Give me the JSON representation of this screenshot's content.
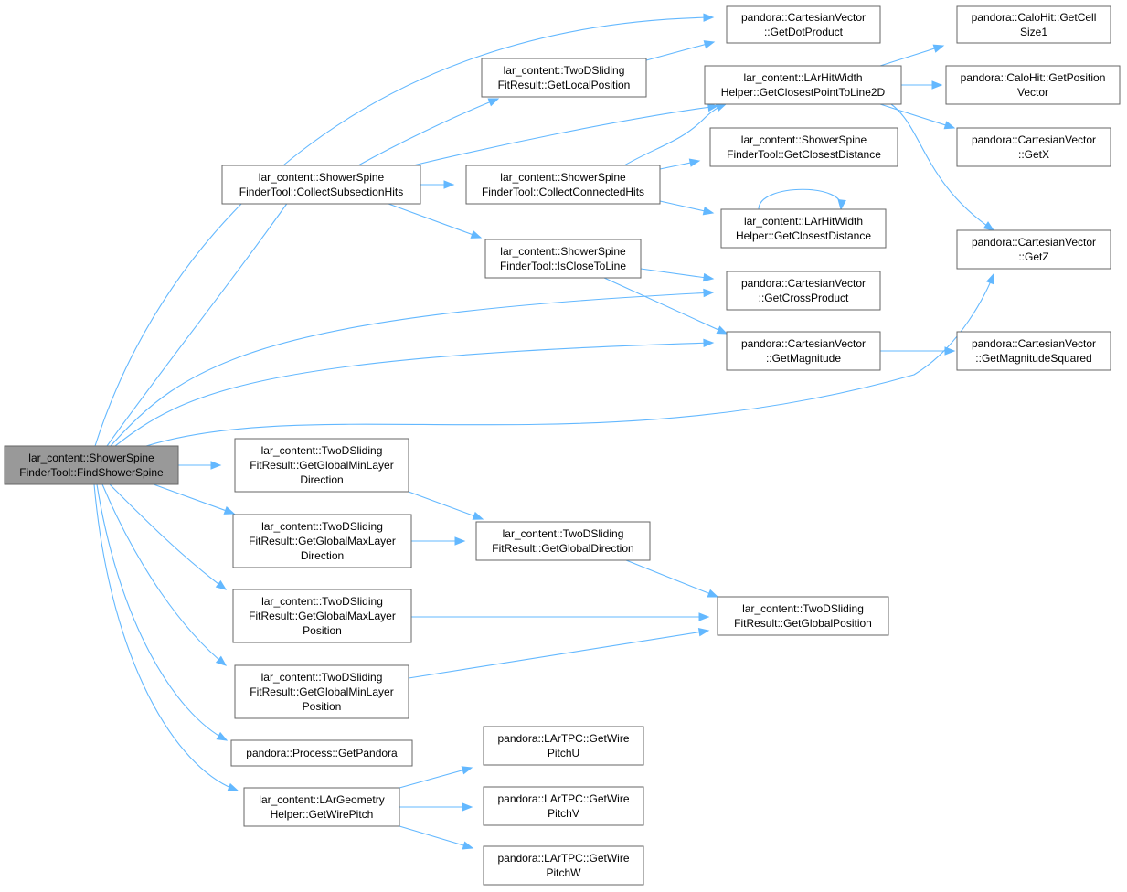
{
  "diagram": {
    "colors": {
      "edge": "#63b8ff",
      "root_fill": "#999999",
      "node_border": "#666666",
      "background": "#ffffff"
    },
    "nodes": [
      {
        "id": "findShowerSpine",
        "lines": [
          "lar_content::ShowerSpine",
          "FinderTool::FindShowerSpine"
        ],
        "root": true
      },
      {
        "id": "getDotProduct",
        "lines": [
          "pandora::CartesianVector",
          "::GetDotProduct"
        ]
      },
      {
        "id": "getCellSize1",
        "lines": [
          "pandora::CaloHit::GetCell",
          "Size1"
        ]
      },
      {
        "id": "getLocalPosition",
        "lines": [
          "lar_content::TwoDSliding",
          "FitResult::GetLocalPosition"
        ]
      },
      {
        "id": "getClosestPointToLine2D",
        "lines": [
          "lar_content::LArHitWidth",
          "Helper::GetClosestPointToLine2D"
        ]
      },
      {
        "id": "getPositionVector",
        "lines": [
          "pandora::CaloHit::GetPosition",
          "Vector"
        ]
      },
      {
        "id": "getX",
        "lines": [
          "pandora::CartesianVector",
          "::GetX"
        ]
      },
      {
        "id": "getClosestDistanceTool",
        "lines": [
          "lar_content::ShowerSpine",
          "FinderTool::GetClosestDistance"
        ]
      },
      {
        "id": "collectSubsectionHits",
        "lines": [
          "lar_content::ShowerSpine",
          "FinderTool::CollectSubsectionHits"
        ]
      },
      {
        "id": "collectConnectedHits",
        "lines": [
          "lar_content::ShowerSpine",
          "FinderTool::CollectConnectedHits"
        ]
      },
      {
        "id": "getClosestDistanceHelper",
        "lines": [
          "lar_content::LArHitWidth",
          "Helper::GetClosestDistance"
        ]
      },
      {
        "id": "getZ",
        "lines": [
          "pandora::CartesianVector",
          "::GetZ"
        ]
      },
      {
        "id": "isCloseToLine",
        "lines": [
          "lar_content::ShowerSpine",
          "FinderTool::IsCloseToLine"
        ]
      },
      {
        "id": "getCrossProduct",
        "lines": [
          "pandora::CartesianVector",
          "::GetCrossProduct"
        ]
      },
      {
        "id": "getMagnitude",
        "lines": [
          "pandora::CartesianVector",
          "::GetMagnitude"
        ]
      },
      {
        "id": "getMagnitudeSquared",
        "lines": [
          "pandora::CartesianVector",
          "::GetMagnitudeSquared"
        ]
      },
      {
        "id": "getGlobalMinLayerDirection",
        "lines": [
          "lar_content::TwoDSliding",
          "FitResult::GetGlobalMinLayer",
          "Direction"
        ]
      },
      {
        "id": "getGlobalMaxLayerDirection",
        "lines": [
          "lar_content::TwoDSliding",
          "FitResult::GetGlobalMaxLayer",
          "Direction"
        ]
      },
      {
        "id": "getGlobalDirection",
        "lines": [
          "lar_content::TwoDSliding",
          "FitResult::GetGlobalDirection"
        ]
      },
      {
        "id": "getGlobalMaxLayerPosition",
        "lines": [
          "lar_content::TwoDSliding",
          "FitResult::GetGlobalMaxLayer",
          "Position"
        ]
      },
      {
        "id": "getGlobalPosition",
        "lines": [
          "lar_content::TwoDSliding",
          "FitResult::GetGlobalPosition"
        ]
      },
      {
        "id": "getGlobalMinLayerPosition",
        "lines": [
          "lar_content::TwoDSliding",
          "FitResult::GetGlobalMinLayer",
          "Position"
        ]
      },
      {
        "id": "getPandora",
        "lines": [
          "pandora::Process::GetPandora"
        ]
      },
      {
        "id": "getWirePitchU",
        "lines": [
          "pandora::LArTPC::GetWire",
          "PitchU"
        ]
      },
      {
        "id": "getWirePitch",
        "lines": [
          "lar_content::LArGeometry",
          "Helper::GetWirePitch"
        ]
      },
      {
        "id": "getWirePitchV",
        "lines": [
          "pandora::LArTPC::GetWire",
          "PitchV"
        ]
      },
      {
        "id": "getWirePitchW",
        "lines": [
          "pandora::LArTPC::GetWire",
          "PitchW"
        ]
      }
    ],
    "edges": [
      {
        "from": "findShowerSpine",
        "to": "getDotProduct"
      },
      {
        "from": "findShowerSpine",
        "to": "collectSubsectionHits"
      },
      {
        "from": "findShowerSpine",
        "to": "getCrossProduct"
      },
      {
        "from": "findShowerSpine",
        "to": "getMagnitude"
      },
      {
        "from": "findShowerSpine",
        "to": "getZ"
      },
      {
        "from": "findShowerSpine",
        "to": "getGlobalMinLayerDirection"
      },
      {
        "from": "findShowerSpine",
        "to": "getGlobalMaxLayerDirection"
      },
      {
        "from": "findShowerSpine",
        "to": "getGlobalMaxLayerPosition"
      },
      {
        "from": "findShowerSpine",
        "to": "getGlobalMinLayerPosition"
      },
      {
        "from": "findShowerSpine",
        "to": "getPandora"
      },
      {
        "from": "findShowerSpine",
        "to": "getWirePitch"
      },
      {
        "from": "collectSubsectionHits",
        "to": "getLocalPosition"
      },
      {
        "from": "collectSubsectionHits",
        "to": "getClosestPointToLine2D"
      },
      {
        "from": "collectSubsectionHits",
        "to": "collectConnectedHits"
      },
      {
        "from": "collectSubsectionHits",
        "to": "isCloseToLine"
      },
      {
        "from": "getLocalPosition",
        "to": "getDotProduct"
      },
      {
        "from": "collectConnectedHits",
        "to": "getClosestPointToLine2D"
      },
      {
        "from": "collectConnectedHits",
        "to": "getClosestDistanceTool"
      },
      {
        "from": "collectConnectedHits",
        "to": "getClosestDistanceHelper"
      },
      {
        "from": "getClosestDistanceHelper",
        "to": "getClosestDistanceHelper"
      },
      {
        "from": "getClosestPointToLine2D",
        "to": "getCellSize1"
      },
      {
        "from": "getClosestPointToLine2D",
        "to": "getPositionVector"
      },
      {
        "from": "getClosestPointToLine2D",
        "to": "getX"
      },
      {
        "from": "getClosestPointToLine2D",
        "to": "getZ"
      },
      {
        "from": "isCloseToLine",
        "to": "getCrossProduct"
      },
      {
        "from": "isCloseToLine",
        "to": "getMagnitude"
      },
      {
        "from": "getMagnitude",
        "to": "getMagnitudeSquared"
      },
      {
        "from": "getGlobalMinLayerDirection",
        "to": "getGlobalDirection"
      },
      {
        "from": "getGlobalMaxLayerDirection",
        "to": "getGlobalDirection"
      },
      {
        "from": "getGlobalDirection",
        "to": "getGlobalPosition"
      },
      {
        "from": "getGlobalMaxLayerPosition",
        "to": "getGlobalPosition"
      },
      {
        "from": "getGlobalMinLayerPosition",
        "to": "getGlobalPosition"
      },
      {
        "from": "getWirePitch",
        "to": "getWirePitchU"
      },
      {
        "from": "getWirePitch",
        "to": "getWirePitchV"
      },
      {
        "from": "getWirePitch",
        "to": "getWirePitchW"
      }
    ]
  }
}
